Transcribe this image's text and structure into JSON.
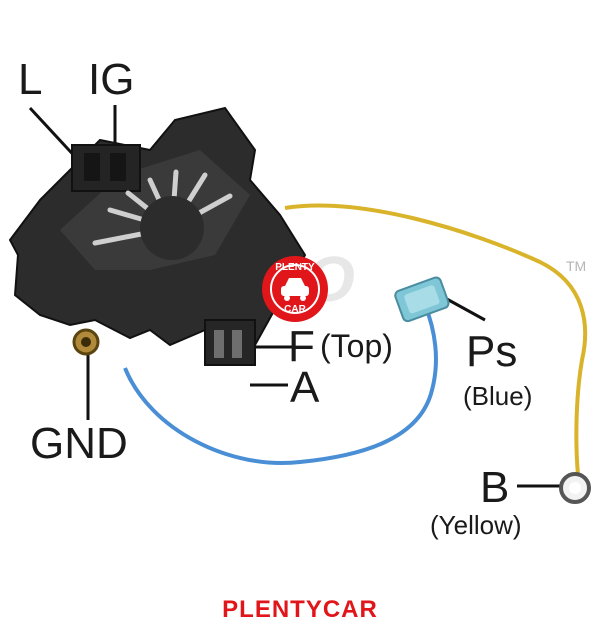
{
  "labels": {
    "l": "L",
    "ig": "IG",
    "gnd": "GND",
    "f": "F",
    "f_note": "(Top)",
    "a": "A",
    "ps": "Ps",
    "ps_note": "(Blue)",
    "b": "B",
    "b_note": "(Yellow)"
  },
  "watermark": {
    "brand": "TRANSPO",
    "trademark": "TM"
  },
  "badge": {
    "top": "PLENTY",
    "bottom": "CAR"
  },
  "footer": {
    "brand": "PLENTYCAR"
  },
  "colors": {
    "body": "#2c2c2c",
    "yellow_wire": "#d9b42a",
    "blue_wire": "#4a8fd6",
    "blue_connector": "#7fc6d6",
    "badge": "#e0161b",
    "footer_text": "#e0161b"
  }
}
